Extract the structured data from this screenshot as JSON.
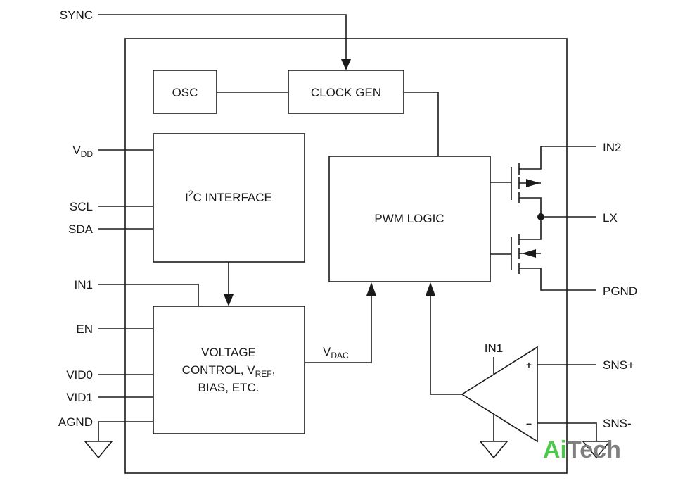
{
  "pins_left": {
    "sync": "SYNC",
    "vdd_main": "V",
    "vdd_sub": "DD",
    "scl": "SCL",
    "sda": "SDA",
    "in1": "IN1",
    "en": "EN",
    "vid0": "VID0",
    "vid1": "VID1",
    "agnd": "AGND"
  },
  "pins_right": {
    "in2": "IN2",
    "lx": "LX",
    "pgnd": "PGND",
    "sns_plus": "SNS+",
    "sns_minus": "SNS-"
  },
  "blocks": {
    "osc": "OSC",
    "clock_gen": "CLOCK GEN",
    "i2c_pre": "I",
    "i2c_sup": "2",
    "i2c_post": "C INTERFACE",
    "pwm_logic": "PWM LOGIC",
    "voltage_line1": "VOLTAGE",
    "voltage_line2_pre": "CONTROL, V",
    "voltage_line2_sub": "REF",
    "voltage_line2_post": ",",
    "voltage_line3": "BIAS, ETC."
  },
  "signals": {
    "vdac_main": "V",
    "vdac_sub": "DAC",
    "amp_in1": "IN1",
    "amp_plus": "+",
    "amp_minus": "–"
  },
  "watermark": {
    "ai": "Ai",
    "tech": "Tech",
    "ai_color": "#4cc94c",
    "tech_color": "#7f7f7f"
  }
}
